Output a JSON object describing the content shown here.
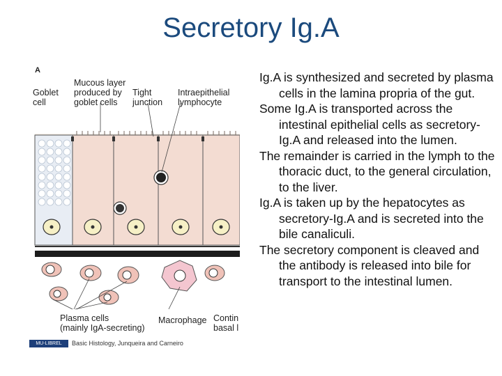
{
  "slide": {
    "title": "Secretory Ig.A"
  },
  "figure": {
    "panel_letter": "A",
    "labels": {
      "goblet": "Goblet\ncell",
      "mucous": "Mucous layer\nproduced by\ngoblet cells",
      "tight": "Tight\njunction",
      "intra": "Intraepithelial\nlymphocyte",
      "plasma": "Plasma cells\n(mainly IgA-secreting)",
      "macro": "Macrophage",
      "contin": "Contin\nbasal l"
    },
    "badge": "MU-LIBREL",
    "caption": "Basic Histology, Junqueira and Carneiro"
  },
  "bullets": [
    "Ig.A is synthesized and secreted by plasma cells in the lamina propria of the gut.",
    "Some Ig.A is transported across the intestinal epithelial cells as secretory-Ig.A  and released into the lumen.",
    "The remainder is carried in the lymph to the thoracic duct, to the general circulation, to the liver.",
    "Ig.A is taken up by the hepatocytes as secretory-Ig.A and is secreted into the bile canaliculi.",
    "The secretory component is cleaved and the antibody is released into bile for transport to the intestinal lumen."
  ]
}
